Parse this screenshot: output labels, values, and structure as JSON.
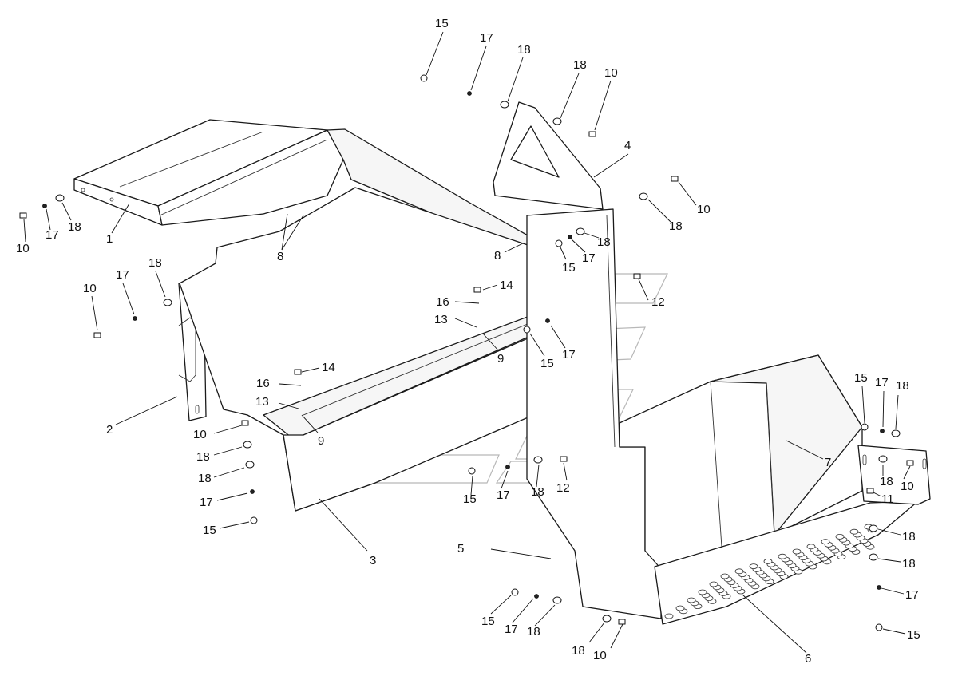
{
  "diagram": {
    "callouts": [
      {
        "id": "c1",
        "text": "15"
      },
      {
        "id": "c2",
        "text": "17"
      },
      {
        "id": "c3",
        "text": "18"
      },
      {
        "id": "c4",
        "text": "18"
      },
      {
        "id": "c5",
        "text": "10"
      },
      {
        "id": "c6",
        "text": "4"
      },
      {
        "id": "c7",
        "text": "10"
      },
      {
        "id": "c8",
        "text": "18"
      },
      {
        "id": "c9",
        "text": "18"
      },
      {
        "id": "c10",
        "text": "15"
      },
      {
        "id": "c11",
        "text": "17"
      },
      {
        "id": "c12",
        "text": "8"
      },
      {
        "id": "c13",
        "text": "12"
      },
      {
        "id": "c14",
        "text": "10"
      },
      {
        "id": "c15",
        "text": "17"
      },
      {
        "id": "c16",
        "text": "18"
      },
      {
        "id": "c17",
        "text": "1"
      },
      {
        "id": "c18",
        "text": "8"
      },
      {
        "id": "c19",
        "text": "18"
      },
      {
        "id": "c20",
        "text": "10"
      },
      {
        "id": "c21",
        "text": "17"
      },
      {
        "id": "c22",
        "text": "14"
      },
      {
        "id": "c23",
        "text": "16"
      },
      {
        "id": "c24",
        "text": "13"
      },
      {
        "id": "c25",
        "text": "9"
      },
      {
        "id": "c26",
        "text": "15"
      },
      {
        "id": "c27",
        "text": "17"
      },
      {
        "id": "c28",
        "text": "14"
      },
      {
        "id": "c29",
        "text": "16"
      },
      {
        "id": "c30",
        "text": "13"
      },
      {
        "id": "c31",
        "text": "9"
      },
      {
        "id": "c32",
        "text": "2"
      },
      {
        "id": "c33",
        "text": "10"
      },
      {
        "id": "c34",
        "text": "18"
      },
      {
        "id": "c35",
        "text": "18"
      },
      {
        "id": "c36",
        "text": "17"
      },
      {
        "id": "c37",
        "text": "15"
      },
      {
        "id": "c38",
        "text": "3"
      },
      {
        "id": "c39",
        "text": "15"
      },
      {
        "id": "c40",
        "text": "17"
      },
      {
        "id": "c41",
        "text": "18"
      },
      {
        "id": "c42",
        "text": "12"
      },
      {
        "id": "c43",
        "text": "15"
      },
      {
        "id": "c44",
        "text": "17"
      },
      {
        "id": "c45",
        "text": "18"
      },
      {
        "id": "c46",
        "text": "7"
      },
      {
        "id": "c47",
        "text": "18"
      },
      {
        "id": "c48",
        "text": "10"
      },
      {
        "id": "c49",
        "text": "11"
      },
      {
        "id": "c50",
        "text": "18"
      },
      {
        "id": "c51",
        "text": "18"
      },
      {
        "id": "c52",
        "text": "17"
      },
      {
        "id": "c53",
        "text": "15"
      },
      {
        "id": "c54",
        "text": "5"
      },
      {
        "id": "c55",
        "text": "15"
      },
      {
        "id": "c56",
        "text": "17"
      },
      {
        "id": "c57",
        "text": "18"
      },
      {
        "id": "c58",
        "text": "18"
      },
      {
        "id": "c59",
        "text": "10"
      },
      {
        "id": "c60",
        "text": "6"
      }
    ]
  }
}
